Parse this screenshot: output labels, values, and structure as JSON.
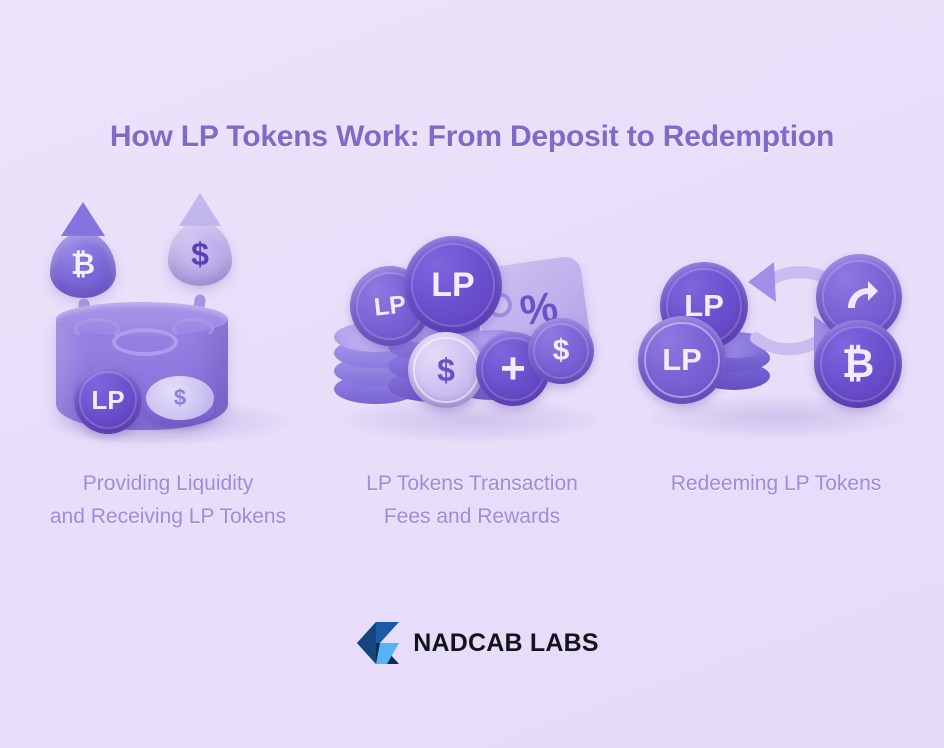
{
  "background_color": "#e8defa",
  "title": "How LP Tokens Work: From Deposit to Redemption",
  "title_color": "#7d6bc9",
  "caption_color": "#9d8cd9",
  "panels": [
    {
      "id": "providing-liquidity",
      "caption_line1": "Providing Liquidity",
      "caption_line2": "and Receiving LP Tokens",
      "art": {
        "droplet_bitcoin_symbol": "₿",
        "droplet_dollar_symbol": "$",
        "pool_coin_label": "LP",
        "pool_coin_stack_symbol": "$",
        "arrow": "down-arrow-into-pool"
      }
    },
    {
      "id": "transaction-fees",
      "caption_line1": "LP Tokens Transaction",
      "caption_line2": "Fees and Rewards",
      "art": {
        "token_label_front": "LP",
        "token_label_back": "LP",
        "tag_symbol": "%",
        "dollar_coin_symbol": "$",
        "plus_coin_symbol": "+",
        "dollar_coin_small_symbol": "$"
      }
    },
    {
      "id": "redeeming-tokens",
      "caption_line1": "Redeeming LP Tokens",
      "caption_line2": "",
      "art": {
        "token_label_top": "LP",
        "token_label_front": "LP",
        "swap_coin_symbol": "↗",
        "bitcoin_coin_symbol": "₿",
        "arrow_left": "arrow-left",
        "arrow_right": "arrow-right"
      }
    }
  ],
  "footer": {
    "brand_name": "NADCAB LABS",
    "logo_colors": {
      "top": "#1b5aa8",
      "bottom_left": "#0d2d52",
      "bottom_right": "#56b4f5"
    }
  }
}
